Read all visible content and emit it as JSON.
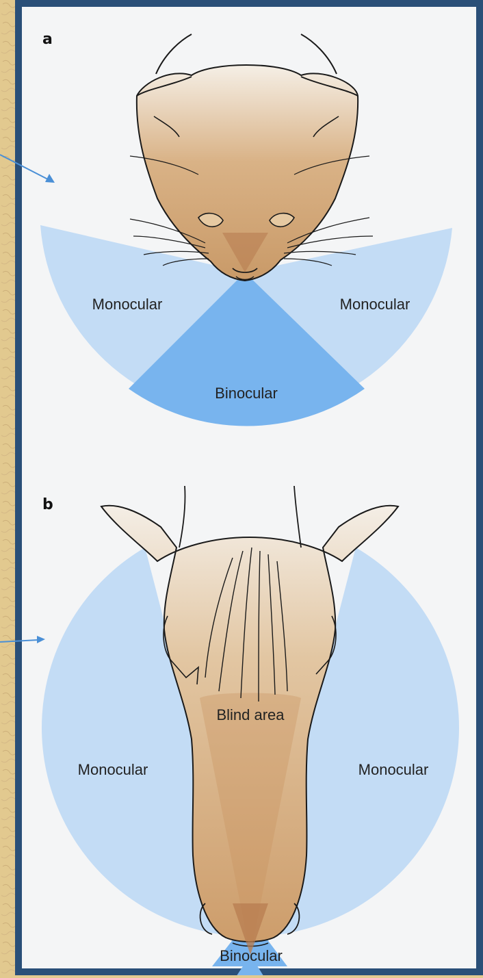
{
  "panels": {
    "a": {
      "letter": "a",
      "left_label": "Monocular",
      "right_label": "Monocular",
      "bottom_label": "Binocular"
    },
    "b": {
      "letter": "b",
      "blind_label": "Blind area",
      "left_label": "Monocular",
      "right_label": "Monocular",
      "bottom_label": "Binocular"
    }
  },
  "colors": {
    "page_border": "#2a4f78",
    "panel_bg": "#f4f5f6",
    "monocular_fill": "#c3dcf5",
    "binocular_fill": "#78b4ee",
    "arrow": "#4a8fd6",
    "side_pattern": "#e2c98f",
    "animal_fill": "#d7ad7d"
  }
}
